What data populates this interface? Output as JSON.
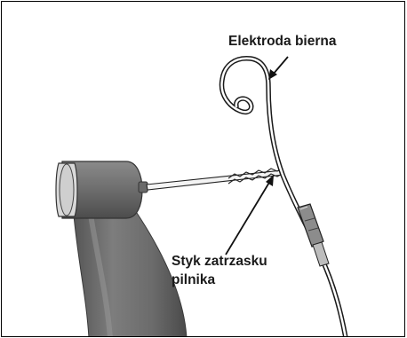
{
  "labels": {
    "passive_electrode": "Elektroda bierna",
    "file_clip_contact_line1": "Styk zatrzasku",
    "file_clip_contact_line2": "pilnika"
  },
  "colors": {
    "handpiece_body": "#6b6b6b",
    "handpiece_shadow": "#4a4a4a",
    "handpiece_highlight": "#9a9a9a",
    "handpiece_cap": "#d9d9d9",
    "wire": "#1a1a1a",
    "connector": "#8c8c8c"
  },
  "icons": [
    "dental-handpiece-icon",
    "file-instrument-icon",
    "passive-electrode-wire-icon"
  ]
}
